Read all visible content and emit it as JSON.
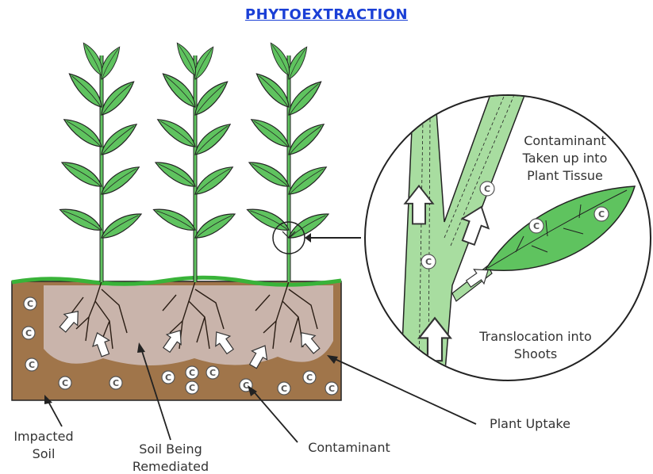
{
  "title": "PHYTOEXTRACTION",
  "colors": {
    "title": "#1a3fd6",
    "leaf": "#5fc35f",
    "leaf_light": "#a8dda0",
    "soil": "#a0754a",
    "remediated_soil": "#c9b4ab",
    "grass": "#39b339",
    "outline": "#222222"
  },
  "zoom_labels": {
    "uptake_line1": "Contaminant",
    "uptake_line2": "Taken up into",
    "uptake_line3": "Plant Tissue",
    "translocation_line1": "Translocation into",
    "translocation_line2": "Shoots"
  },
  "labels": {
    "impacted_line1": "Impacted",
    "impacted_line2": "Soil",
    "remediated_line1": "Soil Being",
    "remediated_line2": "Remediated",
    "contaminant": "Contaminant",
    "plant_uptake": "Plant Uptake"
  },
  "contaminant_marker": "C"
}
